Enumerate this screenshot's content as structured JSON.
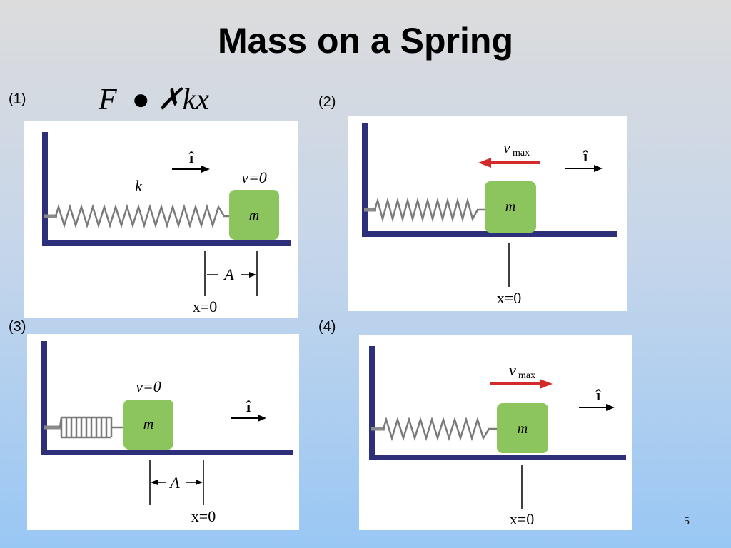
{
  "title": "Mass on a Spring",
  "formula": "F  ● ✗kx",
  "page_number": "5",
  "colors": {
    "wall": "#2d2f7a",
    "mass": "#8cc55e",
    "arrow_velocity": "#d32a2a",
    "spring": "#7a7a7a"
  },
  "panels": [
    {
      "label": "(1)",
      "spring_label": "k",
      "velocity_label": "v=0",
      "mass_label": "m",
      "unit_vector": "î",
      "amplitude_label": "A",
      "origin_label": "x=0"
    },
    {
      "label": "(2)",
      "velocity_symbol": "v",
      "velocity_subscript": "max",
      "mass_label": "m",
      "unit_vector": "î",
      "origin_label": "x=0"
    },
    {
      "label": "(3)",
      "velocity_label": "v=0",
      "mass_label": "m",
      "unit_vector": "î",
      "amplitude_label": "A",
      "origin_label": "x=0"
    },
    {
      "label": "(4)",
      "velocity_symbol": "v",
      "velocity_subscript": "max",
      "mass_label": "m",
      "unit_vector": "î",
      "origin_label": "x=0"
    }
  ]
}
